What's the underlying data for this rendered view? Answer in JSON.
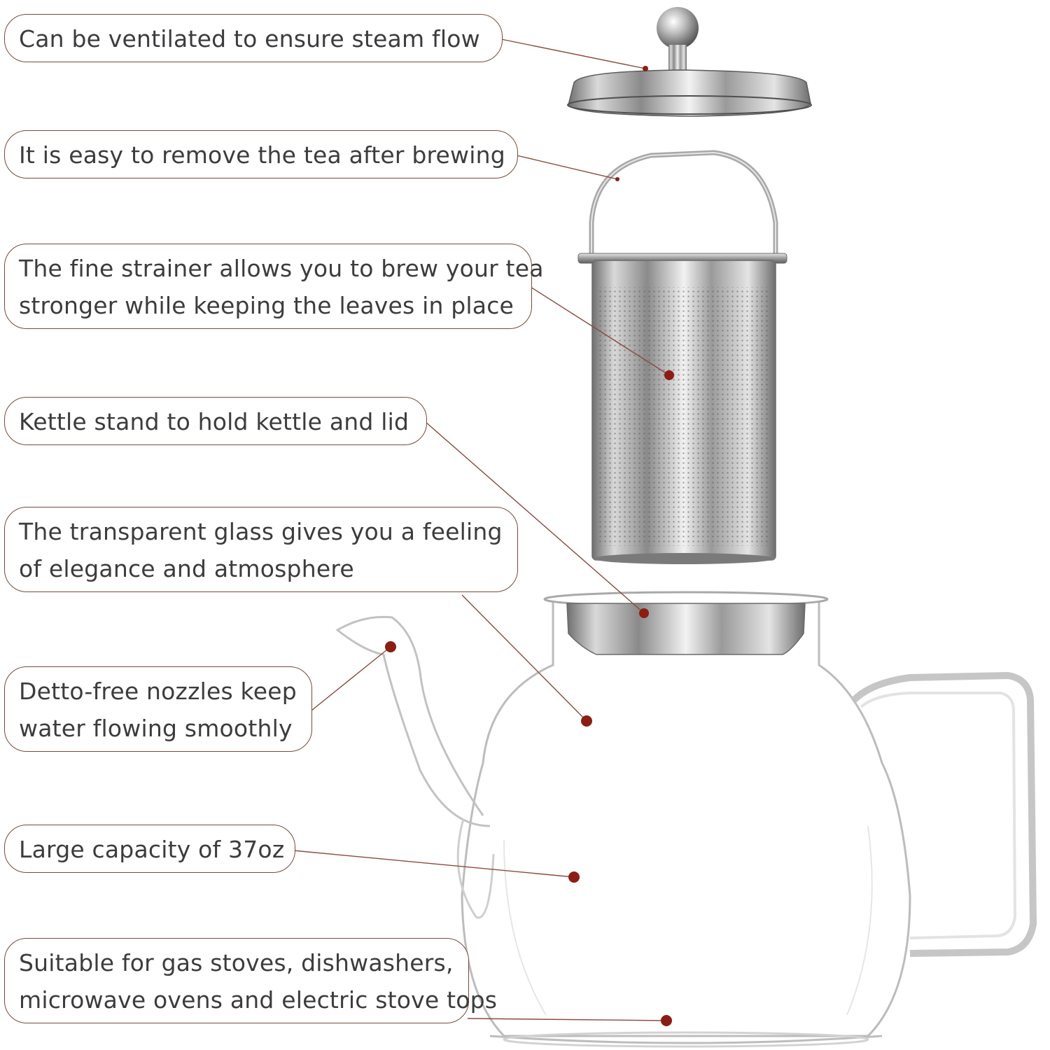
{
  "callouts": [
    {
      "id": "vent",
      "lines": [
        "Can be ventilated to ensure steam flow"
      ]
    },
    {
      "id": "remove",
      "lines": [
        "It is easy to remove the tea after brewing"
      ]
    },
    {
      "id": "strainer",
      "lines": [
        "The fine strainer allows you to brew your tea",
        "stronger while keeping the leaves in place"
      ]
    },
    {
      "id": "stand",
      "lines": [
        "Kettle stand to hold kettle and lid"
      ]
    },
    {
      "id": "glass",
      "lines": [
        "The transparent glass gives you a feeling",
        "of elegance and atmosphere"
      ]
    },
    {
      "id": "nozzle",
      "lines": [
        "Detto-free nozzles keep",
        "water flowing smoothly"
      ]
    },
    {
      "id": "capacity",
      "lines": [
        "Large capacity of 37oz"
      ]
    },
    {
      "id": "suitable",
      "lines": [
        "Suitable for gas stoves, dishwashers,",
        "microwave ovens and electric stove tops"
      ]
    }
  ],
  "colors": {
    "callout_border": "#7a4a3a",
    "callout_text": "#3c3c3c",
    "marker_dot": "#8b1e14",
    "steel": "#b8b8b8",
    "glass_outline": "#c9c9c9"
  }
}
